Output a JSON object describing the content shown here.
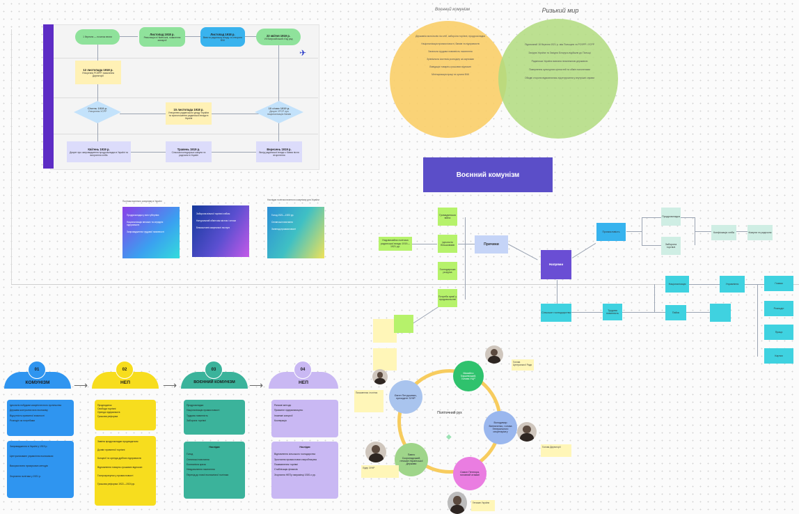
{
  "flowchart": {
    "nodes": [
      {
        "title": "",
        "text": "1 березня — початок весни"
      },
      {
        "title": "Листопад 1918 р.",
        "text": "Революція в Німеччині, повалення монархії"
      },
      {
        "title": "Листопад 1918 р.",
        "text": "Ввести радянську владу та створити ВЧК"
      },
      {
        "title": "22 квітня 1919 р.",
        "text": "VII Всеросійський з'їзд рад"
      },
      {
        "title": "12 листопада 1918 р.",
        "text": "Утворення РСФРР, повалення Директорії"
      },
      {
        "title": "Січень 1919 р.",
        "text": "Утворення УСРР"
      },
      {
        "title": "15 листопада 1918 р.",
        "text": "Утворення радянського уряду України та проголошення радянської влади в Україні"
      },
      {
        "title": "10 січня 1919 р.",
        "text": "Декрет УРСР про націоналізацію банків"
      },
      {
        "title": "Квітень 1919 р.",
        "text": "Декрет про запровадження продрозкладки в Україні та вилучення хліба"
      },
      {
        "title": "Травень 1919 р.",
        "text": "Сільськогосподарські комуни та радгоспи в Україні"
      },
      {
        "title": "Вересень 1919 р.",
        "text": "Вихід радянської влади з Києва після вторгнення"
      }
    ]
  },
  "venn": {
    "left_title": "Воєнний комунізм",
    "right_title": "Ризький мир",
    "left_points": [
      "Державна монополія на хліб, заборона торгівлі, продрозкладка",
      "Націоналізація промисловості, банків та підприємств",
      "Загальна трудова повинність населення",
      "Зрівняльна система розподілу за картками",
      "Ліквідація товарно-грошових відносин",
      "Мілітаризація праці та органи ВЧК"
    ],
    "right_points": [
      "Підписаний 18 березня 1921 р. між Польщею та РСФРР і УСРР",
      "Західна Україна та Західна Білорусь відійшли до Польщі",
      "Радянська Україна визнана незалежною державою",
      "Повернення культурних цінностей та обмін полоненими",
      "Обидві сторони відмовлялись від втручання у внутрішні справи"
    ]
  },
  "gradient_tiles": [
    {
      "caption": "Політика воєнного комунізму в Україні",
      "lines": [
        "Продрозкладка у всіх губерніях",
        "Націоналізація великих та середніх підприємств",
        "Запровадження трудової повинності"
      ]
    },
    {
      "caption": "",
      "lines": [
        "Заборона вільної торгівлі хлібом",
        "Натуральний обмін між містом і селом",
        "Безкоштовні комунальні послуги"
      ]
    },
    {
      "caption": "Наслідки політики воєнного комунізму для України",
      "lines": [
        "Голод 1921—1923 рр.",
        "Селянські повстання",
        "Занепад промисловості"
      ]
    }
  ],
  "mindmap": {
    "title": "Воєнний комунізм",
    "causes_label": "Причини",
    "directions_label": "Напрями",
    "industry_label": "Промисловість",
    "agri_label": "Сільське господарство",
    "causes": [
      "Громадянська війна",
      "Ідеологія більшовиків",
      "Господарська розруха",
      "Потреба армії у продовольстві"
    ],
    "left_note": "Надзвичайна політика радянської влади 1919—1921 рр.",
    "right_nodes": [
      "Продрозкладка",
      "Заборона торгівлі",
      "Конфіскація хліба",
      "Комуни та радгоспи",
      "Трудова повинність"
    ],
    "lower_nodes": [
      "Націоналізація",
      "Управління",
      "Главки",
      "Розподіл",
      "Праця",
      "Картки",
      "Пайок"
    ]
  },
  "stages": [
    {
      "num": "01",
      "title": "КОМУНІЗМ",
      "color": "#2f95f0",
      "list_color": "#2f95f0",
      "items": [
        "Ідеологія побудови комуністичного суспільства",
        "Держава контролює всю економіку",
        "Відсутність приватної власності",
        "Розподіл за потребами"
      ],
      "sub": "",
      "items2": [
        "Запровадження в Україні у 1919 р.",
        "Централізоване управління економікою",
        "Використання примусових методів",
        "Згортання політики у 1921 р."
      ]
    },
    {
      "num": "02",
      "title": "НЕП",
      "color": "#f7dd1e",
      "list_color": "#f7dd1e",
      "items": [
        "Продподаток",
        "Свобода торгівлі",
        "Оренда підприємств",
        "Грошова реформа"
      ],
      "sub": "",
      "items2": [
        "Заміна продрозкладки продподатком",
        "Дозвіл приватної торгівлі",
        "Концесії та оренда дрібних підприємств",
        "Відновлення товарно-грошових відносин",
        "Госпрозрахунок у промисловості",
        "Грошова реформа 1922—1924 рр."
      ]
    },
    {
      "num": "03",
      "title": "ВОЄННИЙ КОМУНІЗМ",
      "color": "#3bb39b",
      "list_color": "#3bb39b",
      "items": [
        "Продрозкладка",
        "Націоналізація промисловості",
        "Трудова повинність",
        "Заборона торгівлі"
      ],
      "sub": "Наслідки",
      "items2": [
        "Голод",
        "Селянські повстання",
        "Економічна криза",
        "Невдоволення населення",
        "Перехід до нової економічної політики"
      ]
    },
    {
      "num": "04",
      "title": "НЕП",
      "color": "#c9b8f3",
      "list_color": "#c9b8f3",
      "items": [
        "Ринкові методи",
        "Приватне підприємництво",
        "Іноземні концесії",
        "Кооперація"
      ],
      "sub": "Наслідки",
      "items2": [
        "Відновлення сільського господарства",
        "Зростання промислового виробництва",
        "Пожвавлення торгівлі",
        "Стабілізація фінансів",
        "Згортання НЕПу наприкінці 1920-х рр."
      ]
    }
  ],
  "cycle": {
    "center": "Політичний рух",
    "nodes": [
      {
        "label": "Михайло Грушевський, голова УЦР",
        "color": "#2fc26d"
      },
      {
        "label": "Володимир Винниченко, голова Генерального секретаріату",
        "color": "#9ab7ee"
      },
      {
        "label": "Симон Петлюра, головний отаман",
        "color": "#ea7de1"
      },
      {
        "label": "Павло Скоропадський, гетьман Української Держави",
        "color": "#9fd58a"
      },
      {
        "label": "Євген Петрушевич, президент ЗУНР",
        "color": "#a9c4ee"
      }
    ],
    "notes": [
      "Голова Центральної Ради",
      "Голова Директорії",
      "Гетьман України",
      "Лідер ЗУНР",
      "Письменник і політик"
    ]
  }
}
